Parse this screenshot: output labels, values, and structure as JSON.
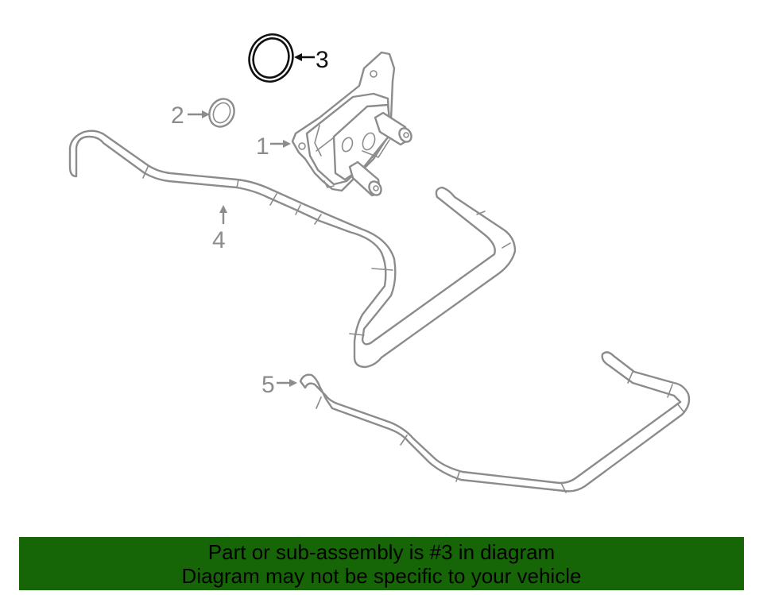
{
  "diagram": {
    "callouts": [
      {
        "number": "1",
        "part": "oil-cooler",
        "highlighted": false
      },
      {
        "number": "2",
        "part": "small-o-ring",
        "highlighted": false
      },
      {
        "number": "3",
        "part": "large-o-ring",
        "highlighted": true
      },
      {
        "number": "4",
        "part": "upper-coolant-hose",
        "highlighted": false
      },
      {
        "number": "5",
        "part": "lower-coolant-hose",
        "highlighted": false
      }
    ],
    "colors": {
      "line_art": "#8c8c8c",
      "highlight": "#111111"
    }
  },
  "banner": {
    "line1": "Part or sub-assembly is #3 in diagram",
    "line2": "Diagram may not be specific to your vehicle",
    "background": "#166607"
  }
}
